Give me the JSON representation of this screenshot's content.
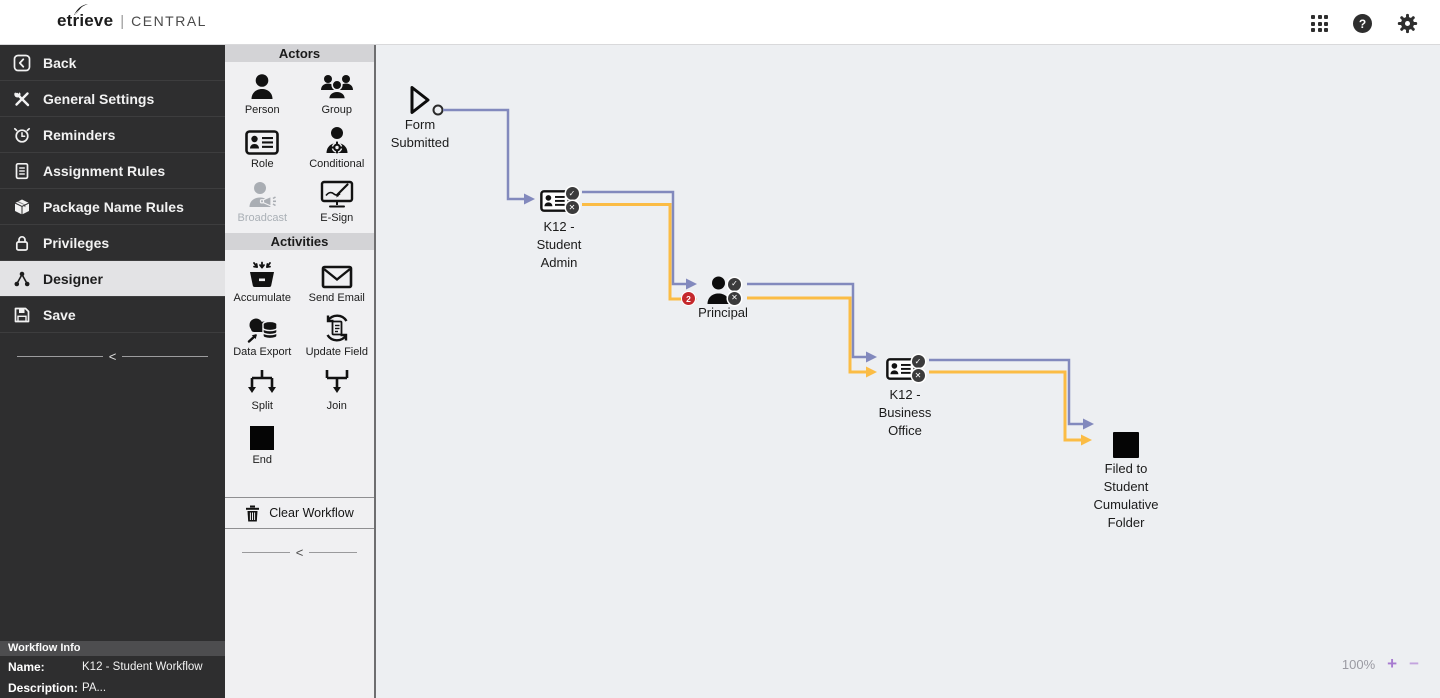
{
  "header": {
    "brand": "etrieve",
    "divider": "|",
    "product": "CENTRAL",
    "help_glyph": "?"
  },
  "sidebar": {
    "items": [
      {
        "label": "Back"
      },
      {
        "label": "General Settings"
      },
      {
        "label": "Reminders"
      },
      {
        "label": "Assignment Rules"
      },
      {
        "label": "Package Name Rules"
      },
      {
        "label": "Privileges"
      },
      {
        "label": "Designer",
        "active": true
      },
      {
        "label": "Save"
      }
    ],
    "collapse_glyph": "<",
    "workflow_info": {
      "title": "Workflow Info",
      "name_label": "Name:",
      "name_value": "K12 - Student Workflow",
      "description_label": "Description:",
      "description_value": "PA..."
    }
  },
  "toolbox": {
    "actors_title": "Actors",
    "actors": [
      {
        "label": "Person"
      },
      {
        "label": "Group"
      },
      {
        "label": "Role"
      },
      {
        "label": "Conditional"
      },
      {
        "label": "Broadcast",
        "disabled": true
      },
      {
        "label": "E-Sign"
      }
    ],
    "activities_title": "Activities",
    "activities": [
      {
        "label": "Accumulate"
      },
      {
        "label": "Send Email"
      },
      {
        "label": "Data Export"
      },
      {
        "label": "Update Field"
      },
      {
        "label": "Split"
      },
      {
        "label": "Join"
      },
      {
        "label": "End"
      }
    ],
    "clear_label": "Clear Workflow",
    "collapse_glyph": "<"
  },
  "canvas": {
    "nodes": [
      {
        "type": "start",
        "label_lines": [
          "Form",
          "Submitted"
        ]
      },
      {
        "type": "role",
        "label_lines": [
          "K12 -",
          "Student",
          "Admin"
        ]
      },
      {
        "type": "person",
        "count_badge": "2",
        "label_lines": [
          "Principal"
        ]
      },
      {
        "type": "role",
        "label_lines": [
          "K12 -",
          "Business",
          "Office"
        ]
      },
      {
        "type": "end",
        "label_lines": [
          "Filed to",
          "Student",
          "Cumulative",
          "Folder"
        ]
      }
    ],
    "edge_colors": {
      "approve": "#8289bd",
      "reject": "#fbbc45"
    },
    "badge_glyphs": {
      "approve": "✓",
      "reject": "✕"
    }
  },
  "zoom_control": {
    "level": "100%",
    "zoom_in": "+",
    "zoom_out": "−"
  }
}
